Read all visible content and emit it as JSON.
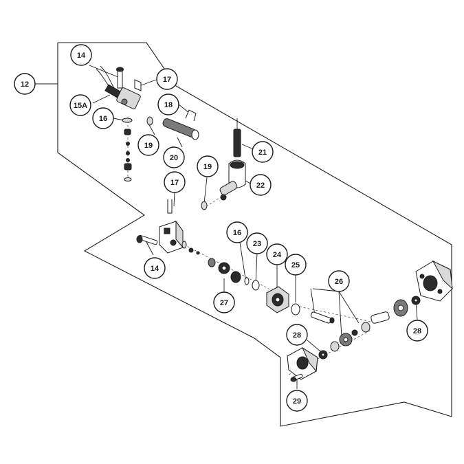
{
  "callouts": [
    {
      "id": "c12",
      "label": "12"
    },
    {
      "id": "c14a",
      "label": "14"
    },
    {
      "id": "c17a",
      "label": "17"
    },
    {
      "id": "c15a",
      "label": "15A"
    },
    {
      "id": "c16a",
      "label": "16"
    },
    {
      "id": "c18",
      "label": "18"
    },
    {
      "id": "c19a",
      "label": "19"
    },
    {
      "id": "c20",
      "label": "20"
    },
    {
      "id": "c21",
      "label": "21"
    },
    {
      "id": "c19b",
      "label": "19"
    },
    {
      "id": "c22",
      "label": "22"
    },
    {
      "id": "c17b",
      "label": "17"
    },
    {
      "id": "c14b",
      "label": "14"
    },
    {
      "id": "c16b",
      "label": "16"
    },
    {
      "id": "c23",
      "label": "23"
    },
    {
      "id": "c24",
      "label": "24"
    },
    {
      "id": "c25",
      "label": "25"
    },
    {
      "id": "c26",
      "label": "26"
    },
    {
      "id": "c27",
      "label": "27"
    },
    {
      "id": "c28a",
      "label": "28"
    },
    {
      "id": "c28b",
      "label": "28"
    },
    {
      "id": "c29",
      "label": "29"
    }
  ]
}
